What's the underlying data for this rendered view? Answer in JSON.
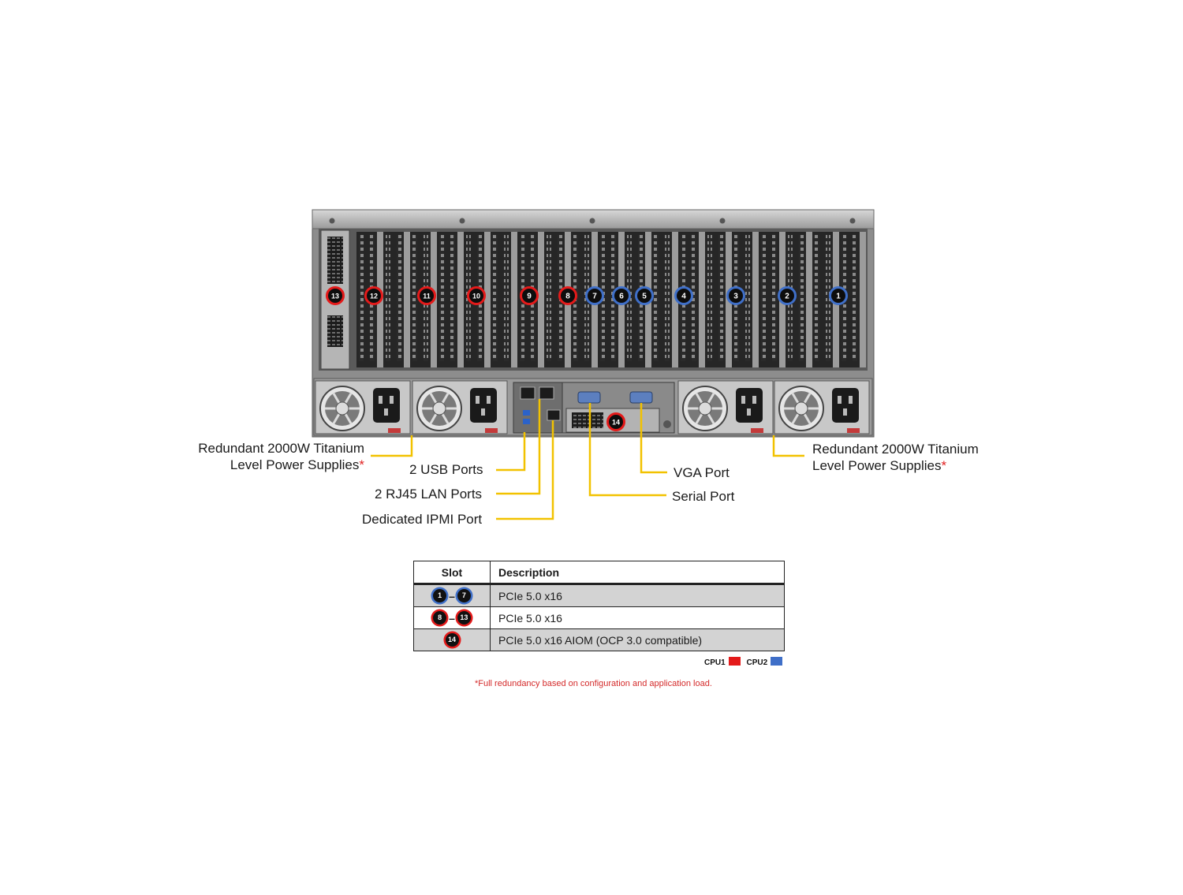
{
  "colors": {
    "cpu1": "#e41a1a",
    "cpu2": "#3f6fc8",
    "callout_line": "#f2c200"
  },
  "slots": [
    {
      "label": "13",
      "cpu": "cpu1"
    },
    {
      "label": "12",
      "cpu": "cpu1"
    },
    {
      "label": "11",
      "cpu": "cpu1"
    },
    {
      "label": "10",
      "cpu": "cpu1"
    },
    {
      "label": "9",
      "cpu": "cpu1"
    },
    {
      "label": "8",
      "cpu": "cpu1"
    },
    {
      "label": "7",
      "cpu": "cpu2"
    },
    {
      "label": "6",
      "cpu": "cpu2"
    },
    {
      "label": "5",
      "cpu": "cpu2"
    },
    {
      "label": "4",
      "cpu": "cpu2"
    },
    {
      "label": "3",
      "cpu": "cpu2"
    },
    {
      "label": "2",
      "cpu": "cpu2"
    },
    {
      "label": "1",
      "cpu": "cpu2"
    }
  ],
  "aiom_slot": {
    "label": "14",
    "cpu": "cpu1"
  },
  "callouts": {
    "psu_left_line1": "Redundant  2000W Titanium",
    "psu_left_line2": "Level Power Supplies",
    "psu_right_line1": "Redundant  2000W Titanium",
    "psu_right_line2": "Level Power Supplies",
    "asterisk": "*",
    "usb": "2 USB Ports",
    "lan": "2 RJ45 LAN Ports",
    "ipmi": "Dedicated IPMI  Port",
    "vga": "VGA Port",
    "serial": "Serial Port"
  },
  "table": {
    "headers": [
      "Slot",
      "Description"
    ],
    "rows": [
      {
        "from": "1",
        "to": "7",
        "cpu": "cpu2",
        "description": "PCIe 5.0 x16"
      },
      {
        "from": "8",
        "to": "13",
        "cpu": "cpu1",
        "description": "PCIe 5.0 x16"
      },
      {
        "from": "14",
        "to": null,
        "cpu": "cpu1",
        "description": "PCIe 5.0 x16 AIOM (OCP 3.0 compatible)"
      }
    ]
  },
  "legend": {
    "cpu1": "CPU1",
    "cpu2": "CPU2"
  },
  "footnote": "*Full redundancy based on configuration and application load."
}
